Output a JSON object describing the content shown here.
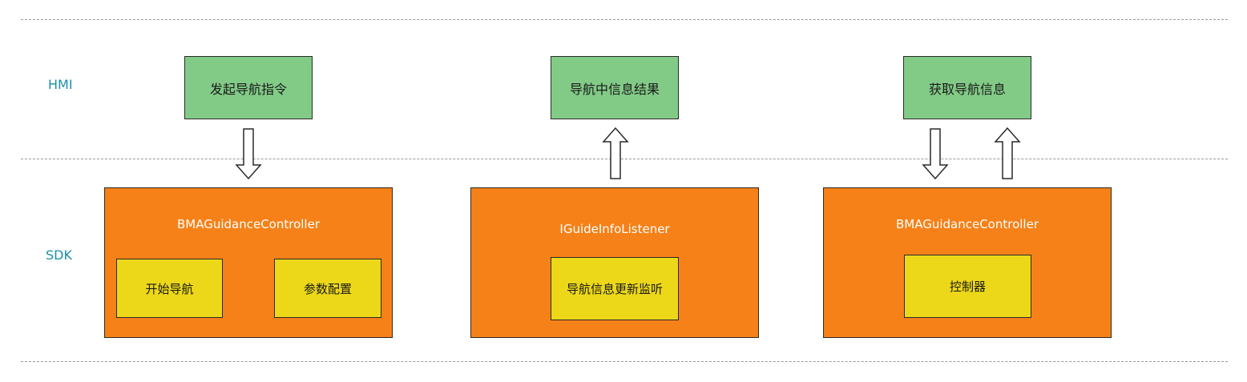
{
  "layers": {
    "hmi_label": "HMI",
    "sdk_label": "SDK"
  },
  "hmi": {
    "start_command": "发起导航指令",
    "info_result": "导航中信息结果",
    "get_info": "获取导航信息"
  },
  "sdk": {
    "controller_left": {
      "title": "BMAGuidanceController",
      "start_nav": "开始导航",
      "param_config": "参数配置"
    },
    "listener": {
      "title": "IGuideInfoListener",
      "update_listen": "导航信息更新监听"
    },
    "controller_right": {
      "title": "BMAGuidanceController",
      "controller": "控制器"
    }
  },
  "colors": {
    "hmi_box": "#82cb87",
    "sdk_box": "#f58118",
    "inner_box": "#ecd818",
    "layer_label": "#1a8fa8"
  }
}
